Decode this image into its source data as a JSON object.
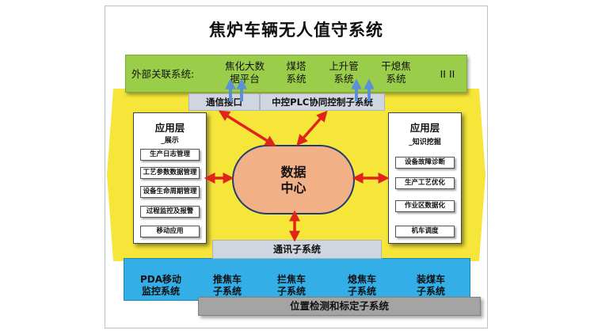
{
  "title": "焦炉车辆无人值守系统",
  "external": {
    "label": "外部关联系统:",
    "systems": [
      {
        "line1": "焦化大数",
        "line2": "据平台"
      },
      {
        "line1": "煤塔",
        "line2": "系统"
      },
      {
        "line1": "上升管",
        "line2": "系统"
      },
      {
        "line1": "干熄焦",
        "line2": "系统"
      }
    ],
    "extra": "II II"
  },
  "comm_interface": "通信接口",
  "plc_subsystem": "中控PLC协同控制子系统",
  "left_panel": {
    "title": "应用层",
    "subtitle": "_展示",
    "items": [
      "生产日志管理",
      "工艺参数数据管理",
      "设备生命周期管理",
      "过程监控及报警",
      "移动应用"
    ]
  },
  "right_panel": {
    "title": "应用层",
    "subtitle": "_知识挖掘",
    "items": [
      "设备故障诊断",
      "生产工艺优化",
      "作业区数据化",
      "机车调度"
    ]
  },
  "data_center": {
    "line1": "数据",
    "line2": "中心"
  },
  "comm_subsystem": "通讯子系统",
  "subsystems": [
    {
      "line1": "PDA移动",
      "line2": "监控系统"
    },
    {
      "line1": "推焦车",
      "line2": "子系统"
    },
    {
      "line1": "拦焦车",
      "line2": "子系统"
    },
    {
      "line1": "熄焦车",
      "line2": "子系统"
    },
    {
      "line1": "装煤车",
      "line2": "子系统"
    }
  ],
  "position_subsystem": "位置检测和标定子系统",
  "colors": {
    "green": "#9acd4a",
    "yellow": "#f6e63a",
    "blue": "#33aee6",
    "data_center": "#f2b087",
    "arrow_red": "#e0241b",
    "arrow_blue": "#5b8fd6"
  }
}
